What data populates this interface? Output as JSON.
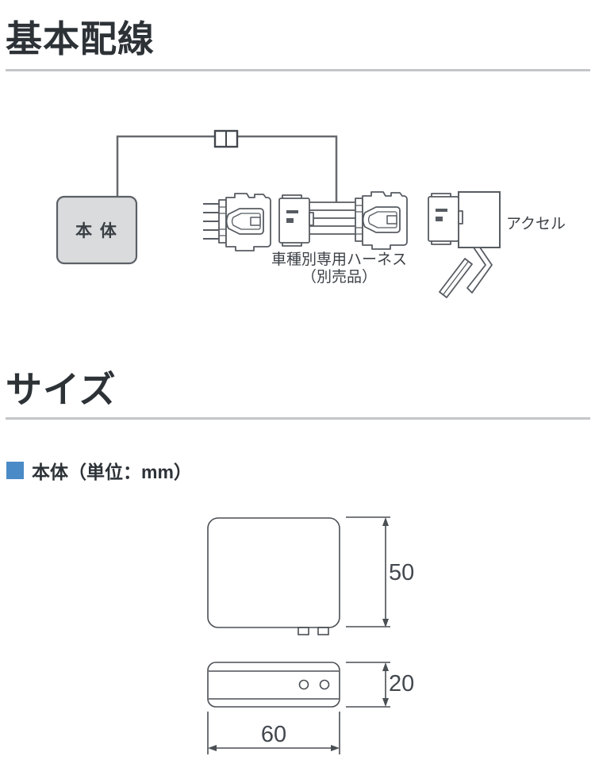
{
  "wiring_section": {
    "title": "基本配線",
    "labels": {
      "main_unit": "本 体",
      "harness_line1": "車種別専用ハーネス",
      "harness_line2": "（別売品）",
      "accelerator": "アクセル"
    }
  },
  "size_section": {
    "title": "サイズ",
    "subheading": "本体（単位：mm）",
    "dimensions": {
      "height": "50",
      "thickness": "20",
      "width": "60"
    }
  },
  "colors": {
    "heading_text": "#2d3237",
    "divider_gray": "#c4c6c9",
    "accent_blue": "#4a8ac6",
    "diagram_line": "#575c62",
    "main_unit_fill": "#d9dbdc",
    "dimension_line": "#4a4f54"
  }
}
